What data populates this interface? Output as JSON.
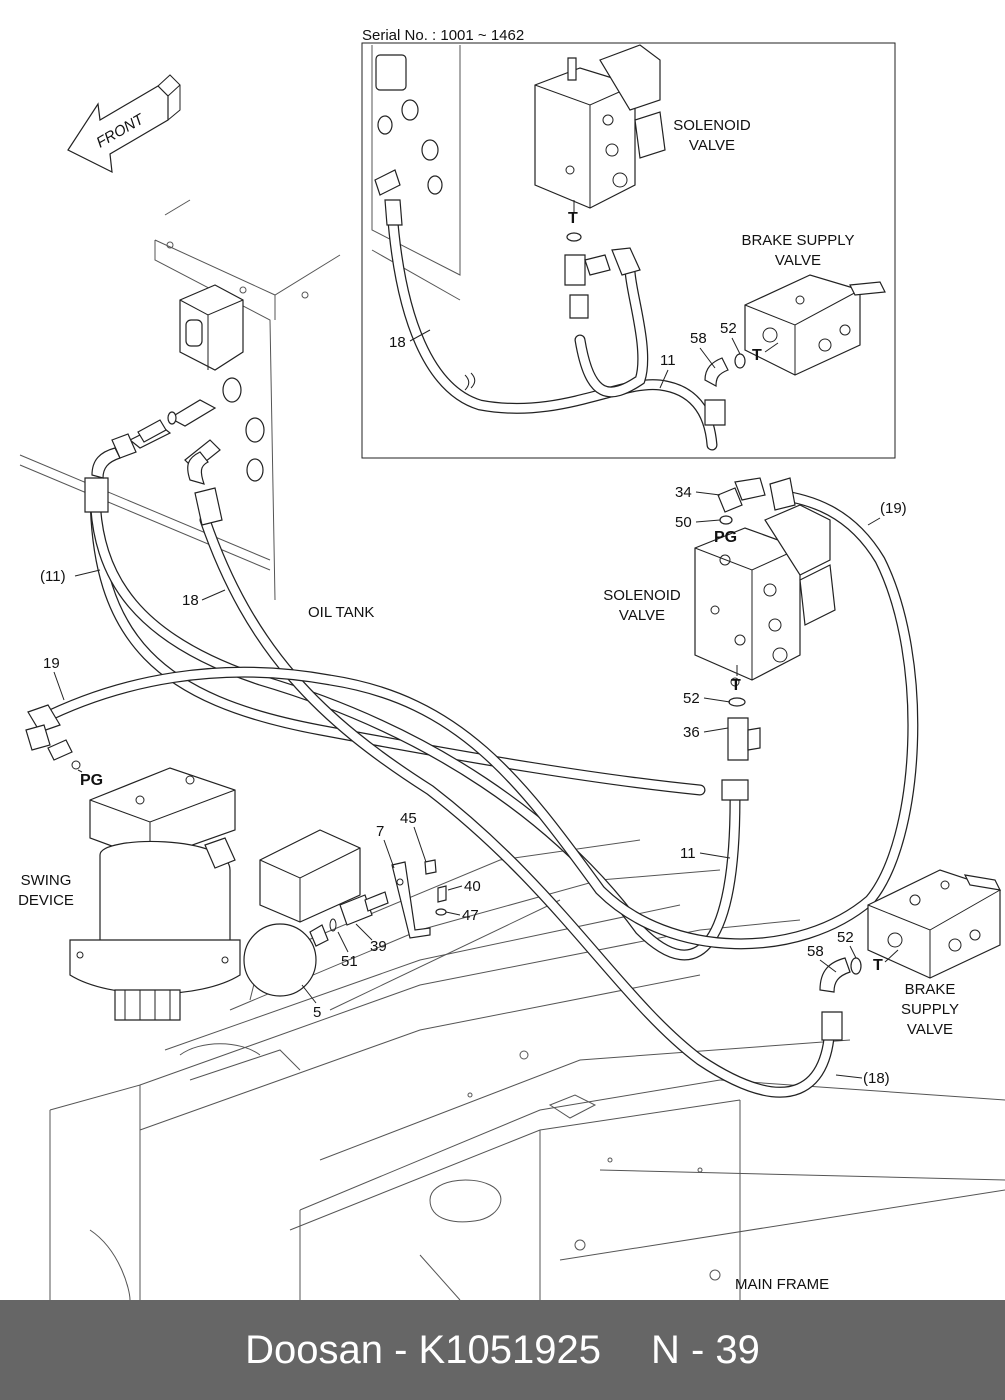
{
  "inset": {
    "serial_label": "Serial No. : 1001 ~ 1462",
    "solenoid_label_line1": "SOLENOID",
    "solenoid_label_line2": "VALVE",
    "brake_label_line1": "BRAKE SUPPLY",
    "brake_label_line2": "VALVE",
    "port_t_top": "T",
    "port_t_brake": "T",
    "callouts": {
      "c18": "18",
      "c11": "11",
      "c58": "58",
      "c52": "52"
    }
  },
  "main": {
    "front_arrow_text": "FRONT",
    "oil_tank_label": "OIL TANK",
    "swing_device_line1": "SWING",
    "swing_device_line2": "DEVICE",
    "main_frame_label": "MAIN FRAME",
    "solenoid_label_line1": "SOLENOID",
    "solenoid_label_line2": "VALVE",
    "brake_label_line1": "BRAKE",
    "brake_label_line2": "SUPPLY",
    "brake_label_line3": "VALVE",
    "port_pg_swing": "PG",
    "port_pg_solenoid": "PG",
    "port_t_solenoid": "T",
    "port_t_brake": "T",
    "callouts": {
      "c11_paren": "(11)",
      "c18_left": "18",
      "c19_left": "19",
      "c34": "34",
      "c50": "50",
      "c19_paren": "(19)",
      "c52_solenoid": "52",
      "c36": "36",
      "c11_right": "11",
      "c7": "7",
      "c45": "45",
      "c40": "40",
      "c47": "47",
      "c39": "39",
      "c51": "51",
      "c5": "5",
      "c58_brake": "58",
      "c52_brake": "52",
      "c18_paren": "(18)"
    }
  },
  "footer": {
    "brand": "Doosan",
    "separator": " - ",
    "part_number": "K1051925",
    "page_ref": "N - 39"
  }
}
